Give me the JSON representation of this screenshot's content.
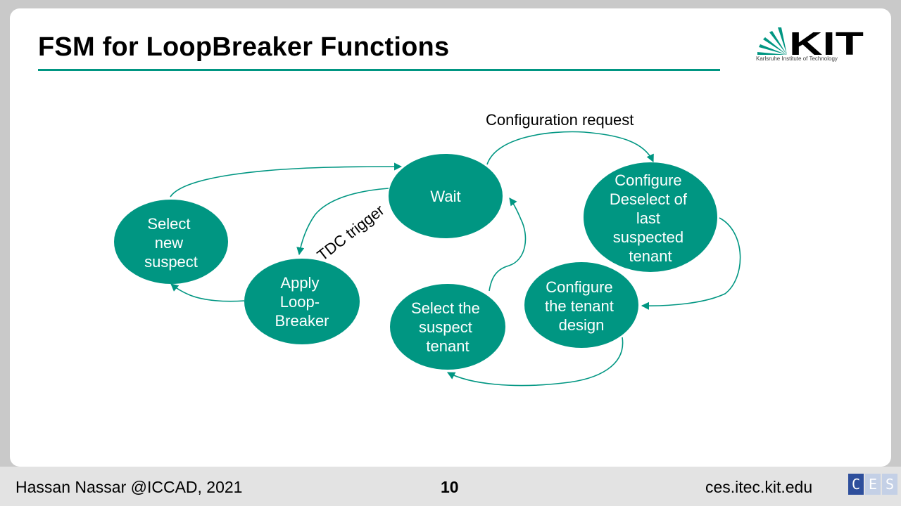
{
  "slide": {
    "title": "FSM for LoopBreaker Functions",
    "logo": {
      "text": "KIT",
      "subtitle": "Karlsruhe Institute of Technology"
    }
  },
  "diagram": {
    "states": {
      "wait": [
        "Wait"
      ],
      "configure_deselect": [
        "Configure",
        "Deselect of",
        "last",
        "suspected",
        "tenant"
      ],
      "configure_tenant_design": [
        "Configure",
        "the tenant",
        "design"
      ],
      "select_suspect_tenant": [
        "Select the",
        "suspect",
        "tenant"
      ],
      "apply_loopbreaker": [
        "Apply",
        "Loop-",
        "Breaker"
      ],
      "select_new_suspect": [
        "Select",
        "new",
        "suspect"
      ]
    },
    "edge_labels": {
      "configuration_request": "Configuration request",
      "tdc_trigger": "TDC trigger"
    },
    "colors": {
      "state_fill": "#009682",
      "edge": "#009682",
      "accent_rule": "#009682"
    }
  },
  "footer": {
    "author": "Hassan Nassar @ICCAD, 2021",
    "page": "10",
    "url": "ces.itec.kit.edu",
    "ces_logo": [
      "C",
      "E",
      "S"
    ]
  }
}
